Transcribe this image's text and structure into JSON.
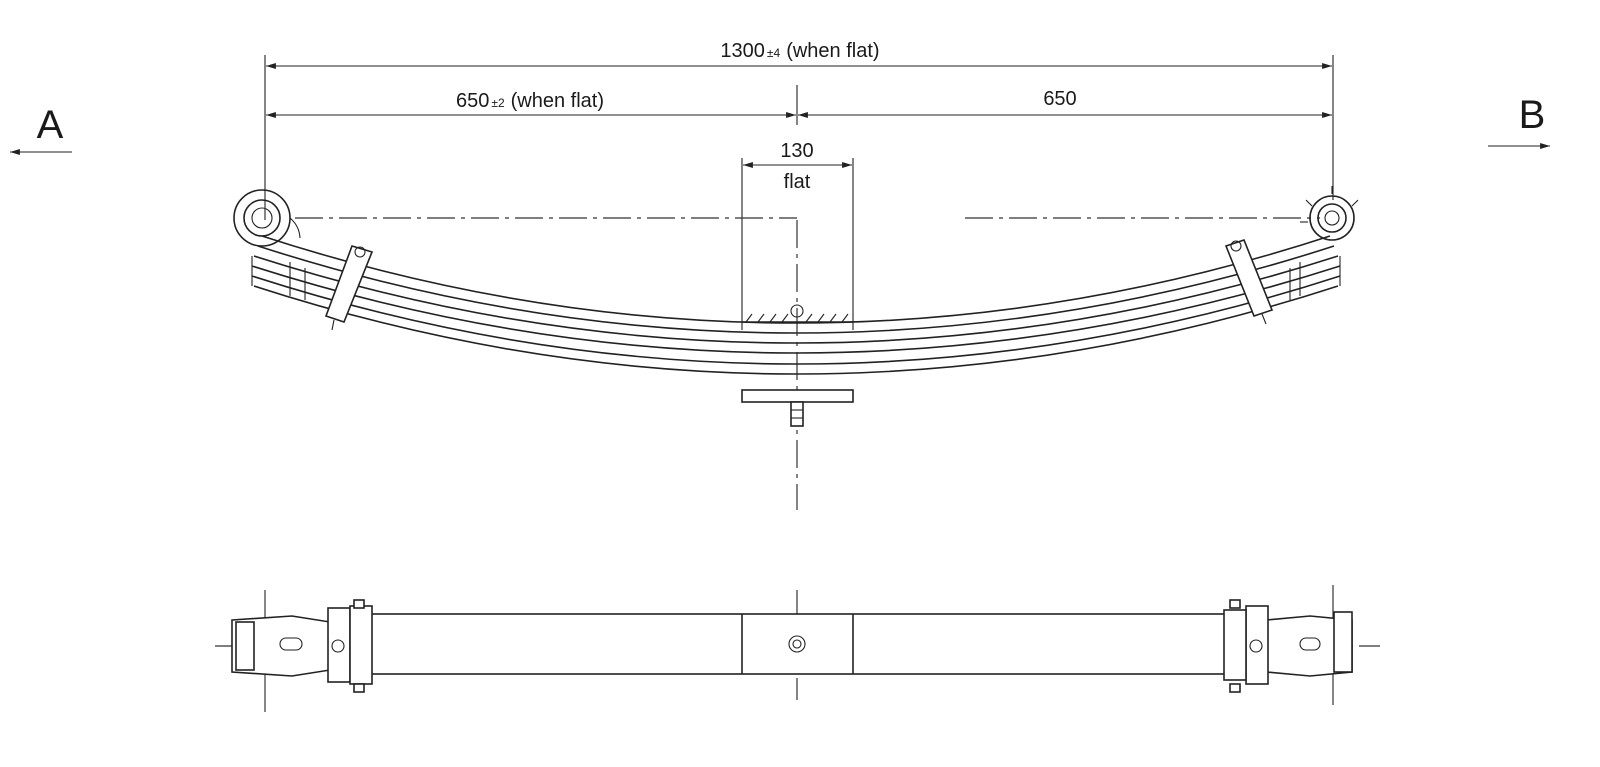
{
  "views": {
    "view_a": {
      "label": "A"
    },
    "view_b": {
      "label": "B"
    }
  },
  "dimensions": {
    "overall": {
      "value": "1300",
      "tolerance": "±4",
      "note": "(when flat)"
    },
    "left_half": {
      "value": "650",
      "tolerance": "±2",
      "note": "(when flat)"
    },
    "right_half": {
      "value": "650"
    },
    "center_flat": {
      "value": "130",
      "note": "flat"
    }
  }
}
